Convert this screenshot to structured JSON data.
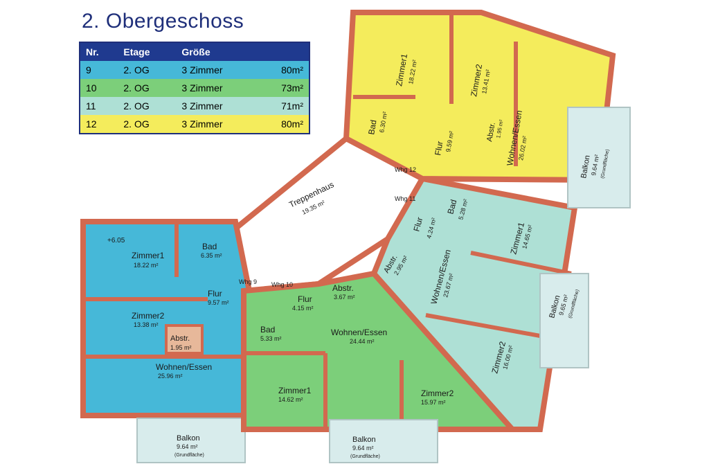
{
  "title": "2. Obergeschoss",
  "legend": {
    "headers": [
      "Nr.",
      "Etage",
      "Größe"
    ],
    "rows": [
      {
        "nr": "9",
        "etage": "2. OG",
        "zimmer": "3 Zimmer",
        "size": "80m²",
        "color": "#46b8d8"
      },
      {
        "nr": "10",
        "etage": "2. OG",
        "zimmer": "3 Zimmer",
        "size": "73m²",
        "color": "#7ccf7a"
      },
      {
        "nr": "11",
        "etage": "2. OG",
        "zimmer": "3 Zimmer",
        "size": "71m²",
        "color": "#aee0d5"
      },
      {
        "nr": "12",
        "etage": "2. OG",
        "zimmer": "3 Zimmer",
        "size": "80m²",
        "color": "#f4ec5c"
      }
    ]
  },
  "rooms": {
    "blue_zimmer1": {
      "name": "Zimmer1",
      "area": "18.22 m²"
    },
    "blue_bad": {
      "name": "Bad",
      "area": "6.35 m²"
    },
    "blue_flur": {
      "name": "Flur",
      "area": "9.57 m²"
    },
    "blue_zimmer2": {
      "name": "Zimmer2",
      "area": "13.38 m²"
    },
    "blue_abstr": {
      "name": "Abstr.",
      "area": "1.95 m²"
    },
    "blue_wohnen": {
      "name": "Wohnen/Essen",
      "area": "25.96 m²"
    },
    "blue_balkon": {
      "name": "Balkon",
      "area": "9.64 m²",
      "note": "(Grundfläche)"
    },
    "treppenhaus": {
      "name": "Treppenhaus",
      "area": "19.35 m²"
    },
    "green_flur": {
      "name": "Flur",
      "area": "4.15 m²"
    },
    "green_abstr": {
      "name": "Abstr.",
      "area": "3.67 m²"
    },
    "green_bad": {
      "name": "Bad",
      "area": "5.33 m²"
    },
    "green_wohnen": {
      "name": "Wohnen/Essen",
      "area": "24.44 m²"
    },
    "green_zimmer1": {
      "name": "Zimmer1",
      "area": "14.62 m²"
    },
    "green_zimmer2": {
      "name": "Zimmer2",
      "area": "15.97 m²"
    },
    "green_balkon": {
      "name": "Balkon",
      "area": "9.64 m²",
      "note": "(Grundfläche)"
    },
    "mint_flur": {
      "name": "Flur",
      "area": "4.24 m²"
    },
    "mint_bad": {
      "name": "Bad",
      "area": "5.28 m²"
    },
    "mint_zimmer1": {
      "name": "Zimmer1",
      "area": "14.65 m²"
    },
    "mint_abstr": {
      "name": "Abstr.",
      "area": "2.95 m²"
    },
    "mint_wohnen": {
      "name": "Wohnen/Essen",
      "area": "23.67 m²"
    },
    "mint_balkon": {
      "name": "Balkon",
      "area": "9.65 m²",
      "note": "(Grundfläche)"
    },
    "mint_zimmer2": {
      "name": "Zimmer2",
      "area": "16.00 m²"
    },
    "yellow_zimmer1": {
      "name": "Zimmer1",
      "area": "18.22 m²"
    },
    "yellow_zimmer2": {
      "name": "Zimmer2",
      "area": "13.41 m²"
    },
    "yellow_bad": {
      "name": "Bad",
      "area": "6.30 m²"
    },
    "yellow_flur": {
      "name": "Flur",
      "area": "9.59 m²"
    },
    "yellow_abstr": {
      "name": "Abstr.",
      "area": "1.95 m²"
    },
    "yellow_wohnen": {
      "name": "Wohnen/Essen",
      "area": "26.02 m²"
    },
    "yellow_balkon": {
      "name": "Balkon",
      "area": "9.64 m²",
      "note": "(Grundfläche)"
    }
  },
  "labels": {
    "whg9": "Whg 9",
    "whg10": "Whg 10",
    "whg11": "Whg 11",
    "whg12": "Whg 12",
    "level": "+6.05"
  },
  "colors": {
    "wall": "#d2694f",
    "blue": "#46b8d8",
    "green": "#7ccf7a",
    "mint": "#aee0d5",
    "yellow": "#f4ec5c",
    "stair": "#ffffff",
    "balcony": "#d8ecec"
  }
}
